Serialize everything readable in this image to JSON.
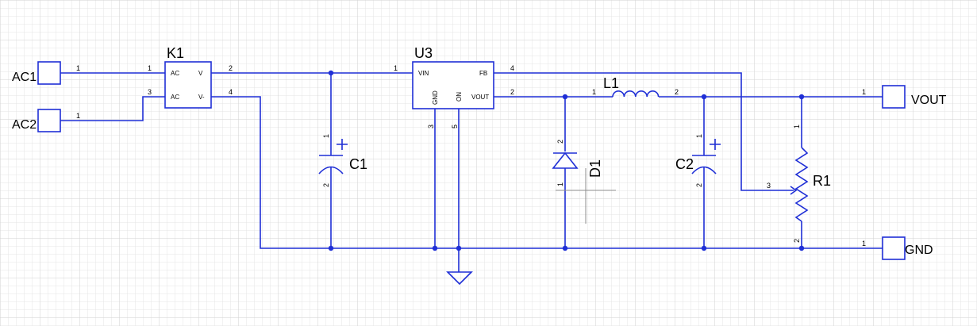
{
  "colors": {
    "wire": "#1f2fd6",
    "grid_minor": "#e4e4e4",
    "text": "#000000",
    "background": "#ffffff"
  },
  "ports": {
    "ac1": "AC1",
    "ac2": "AC2",
    "vout": "VOUT",
    "gnd": "GND"
  },
  "components": {
    "k1": {
      "ref": "K1",
      "pin_ac_1": "AC",
      "pin_ac_3": "AC",
      "pin_v_plus": "V",
      "pin_v_minus": "V-"
    },
    "u3": {
      "ref": "U3",
      "pin_vin": "VIN",
      "pin_fb": "FB",
      "pin_vout": "VOUT",
      "pin_gnd": "GND",
      "pin_on": "ON"
    },
    "c1": {
      "ref": "C1"
    },
    "c2": {
      "ref": "C2"
    },
    "l1": {
      "ref": "L1"
    },
    "d1": {
      "ref": "D1"
    },
    "r1": {
      "ref": "R1"
    }
  },
  "pins": {
    "ac1": "1",
    "ac2": "1",
    "vout": "1",
    "gnd": "1",
    "k1_1": "1",
    "k1_2": "2",
    "k1_3": "3",
    "k1_4": "4",
    "u3_1": "1",
    "u3_2": "2",
    "u3_3": "3",
    "u3_4": "4",
    "u3_5": "5",
    "c1_1": "1",
    "c1_2": "2",
    "c2_1": "1",
    "c2_2": "2",
    "l1_1": "1",
    "l1_2": "2",
    "d1_1": "1",
    "d1_2": "2",
    "r1_1": "1",
    "r1_2": "2",
    "r1_3": "3"
  }
}
